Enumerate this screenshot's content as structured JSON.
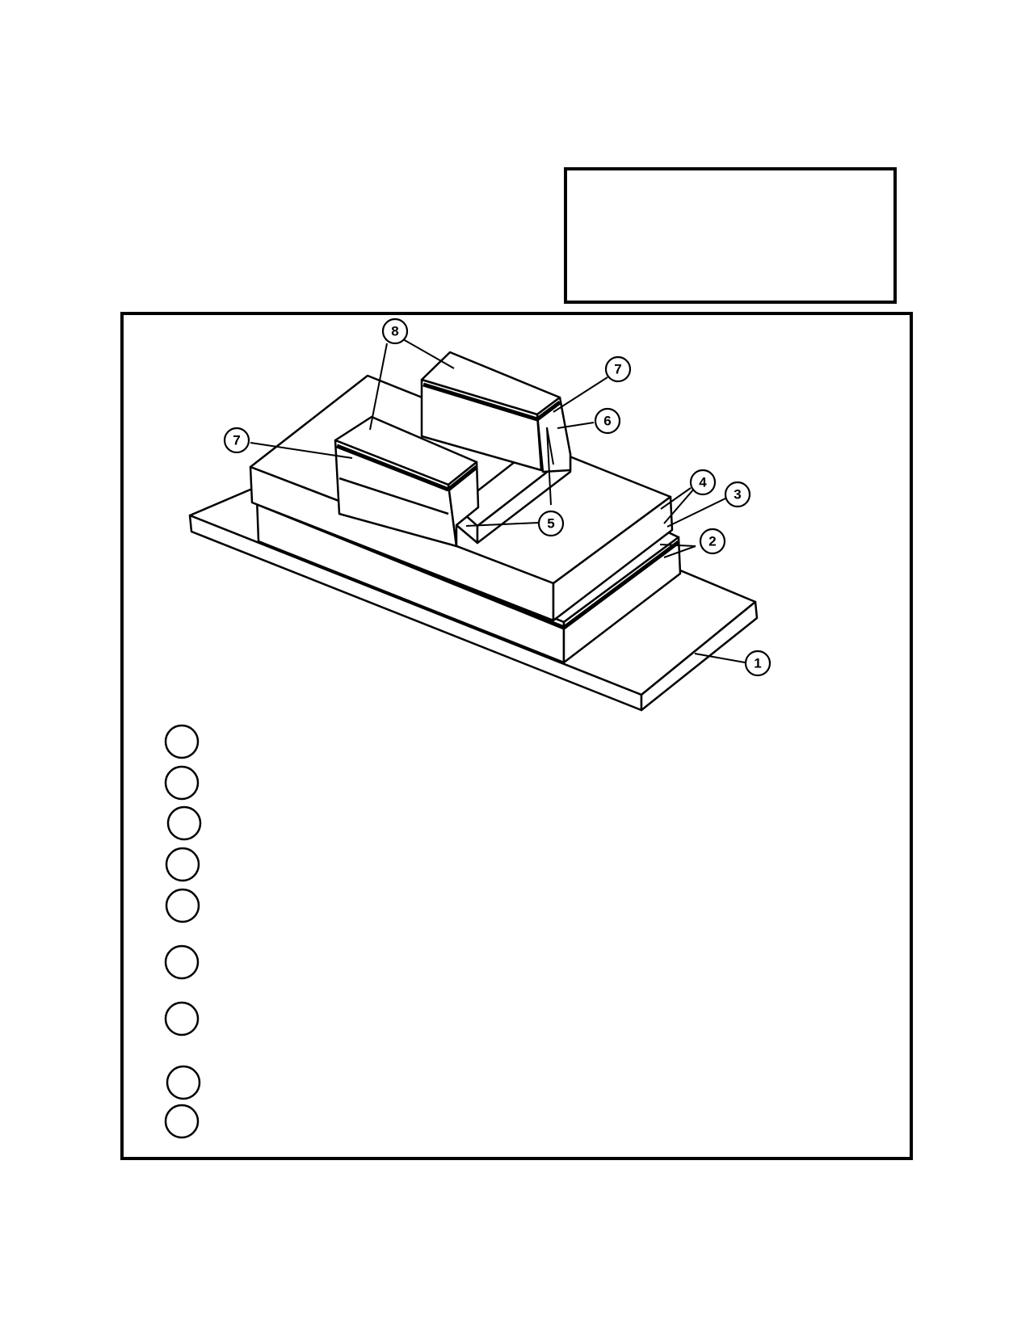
{
  "callouts": [
    {
      "id": "callout-1",
      "label": "1"
    },
    {
      "id": "callout-2",
      "label": "2"
    },
    {
      "id": "callout-3",
      "label": "3"
    },
    {
      "id": "callout-4",
      "label": "4"
    },
    {
      "id": "callout-5",
      "label": "5"
    },
    {
      "id": "callout-6",
      "label": "6"
    },
    {
      "id": "callout-7-right",
      "label": "7"
    },
    {
      "id": "callout-7-left",
      "label": "7"
    },
    {
      "id": "callout-8",
      "label": "8"
    }
  ],
  "legend": {
    "items": [
      {
        "label": ""
      },
      {
        "label": ""
      },
      {
        "label": ""
      },
      {
        "label": ""
      },
      {
        "label": ""
      },
      {
        "label": ""
      },
      {
        "label": ""
      },
      {
        "label": ""
      },
      {
        "label": ""
      }
    ]
  },
  "colors": {
    "ink": "#000000",
    "paper": "#ffffff"
  }
}
